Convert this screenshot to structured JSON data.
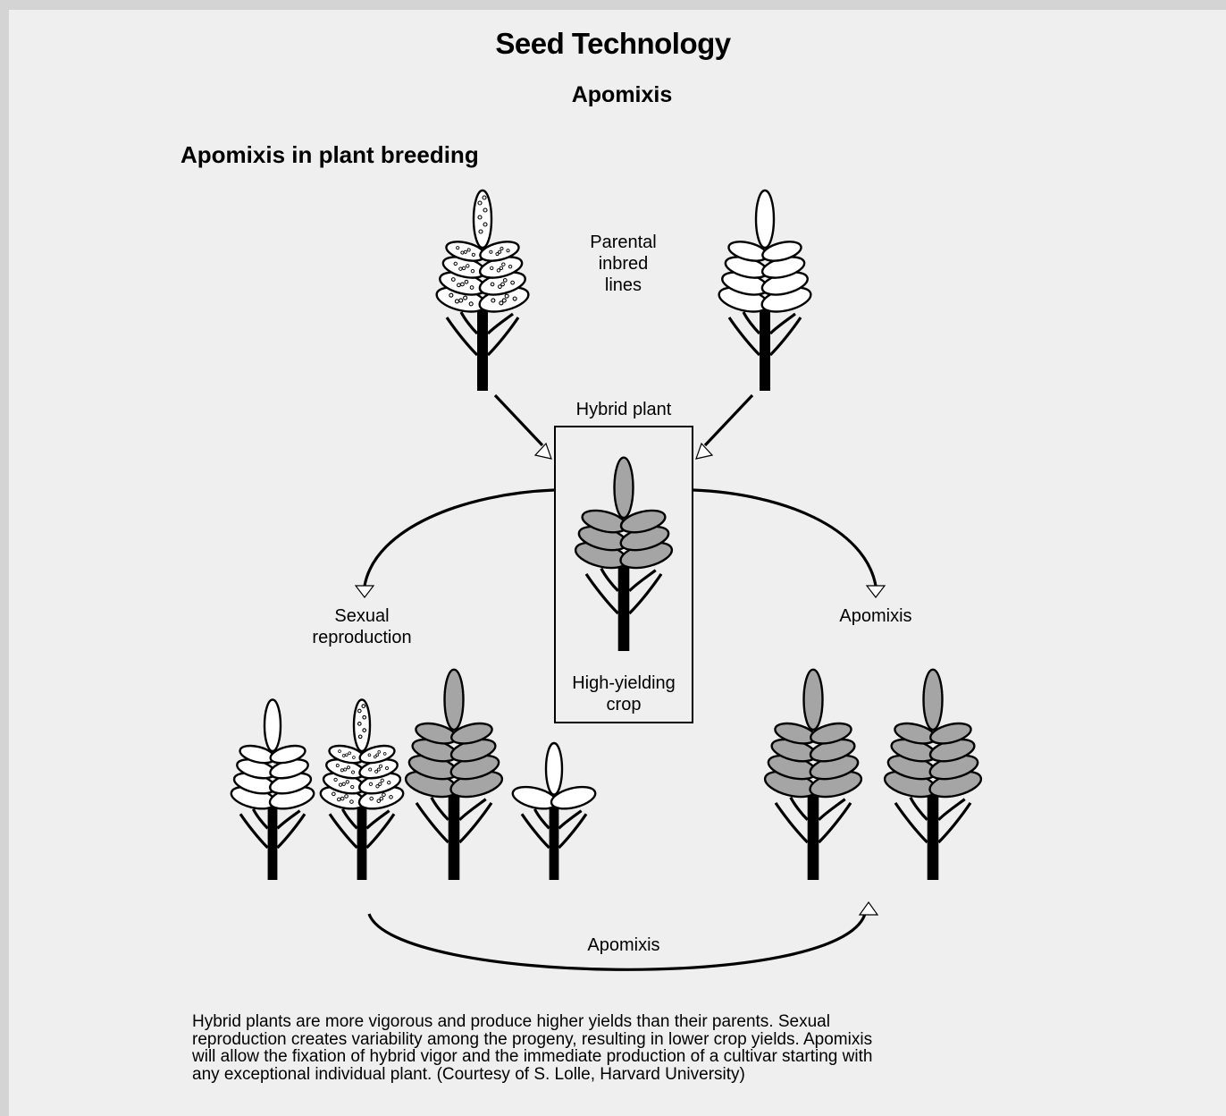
{
  "header": {
    "title": "Seed Technology",
    "subtitle": "Apomixis",
    "section_title": "Apomixis in plant breeding"
  },
  "labels": {
    "parental_line1": "Parental",
    "parental_line2": "inbred",
    "parental_line3": "lines",
    "hybrid_plant": "Hybrid plant",
    "high_yielding_line1": "High-yielding",
    "high_yielding_line2": "crop",
    "sexual_line1": "Sexual",
    "sexual_line2": "reproduction",
    "apomixis_right": "Apomixis",
    "apomixis_bottom": "Apomixis"
  },
  "caption": {
    "line1": "Hybrid plants are more vigorous and produce higher yields than their parents. Sexual",
    "line2": "reproduction creates variability among the progeny, resulting in lower crop yields. Apomixis",
    "line3": "will allow the fixation of hybrid vigor and the immediate production of a cultivar starting with",
    "line4": "any exceptional individual plant. (Courtesy of S. Lolle, Harvard University)"
  },
  "colors": {
    "background": "#efefef",
    "border": "#d4d4d4",
    "hybrid_grain": "#a5a5a5",
    "inbred_grain": "#ffffff"
  }
}
